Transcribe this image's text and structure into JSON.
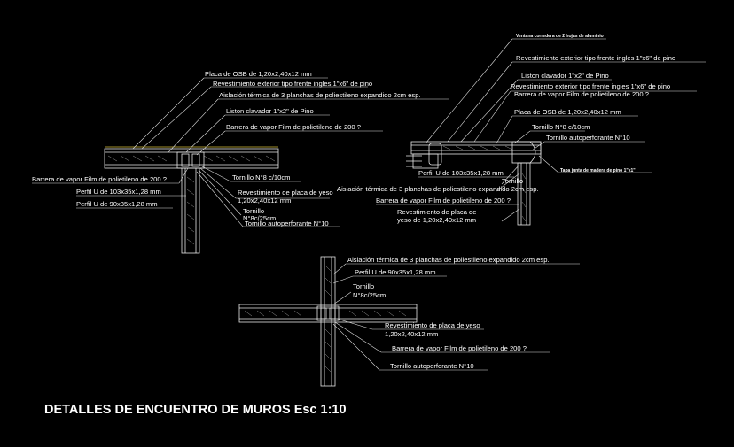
{
  "title": "DETALLES DE ENCUENTRO DE MUROS Esc 1:10",
  "detail1": {
    "osb": "Placa de OSB de 1,20x2,40x12 mm",
    "revest": "Revestimiento exterior tipo frente ingles 1\"x6\" de pino",
    "aisl": "Aislación térmica de 3 planchas de poliestileno expandido 2cm esp.",
    "liston": "Liston clavador 1\"x2\" de Pino",
    "barrera_top": "Barrera de vapor Film de polietileno de 200 ?",
    "barrera_left": "Barrera de vapor Film de polietileno de 200 ?",
    "perfil_103": "Perfil U de 103x35x1,28 mm",
    "perfil_90": "Perfil U de 90x35x1,28 mm",
    "tornillo_n8": "Tornillo N°8 c/10cm",
    "revest_yeso_a": "Revestimiento de placa de yeso",
    "revest_yeso_b": "1,20x2,40x12 mm",
    "tornillo_a": "Tornillo",
    "tornillo_b": "N°8c/25cm",
    "tornillo_auto": "Tornillo autoperforante N°10"
  },
  "detail2": {
    "ventana": "Ventana corredera de 2 hojas de aluminio",
    "revest_1": "Revestimiento exterior tipo frente ingles 1\"x6\" de pino",
    "liston": "Liston clavador 1\"x2\" de Pino",
    "revest_2": "Revestimiento exterior tipo frente ingles 1\"x6\" de pino",
    "barrera": "Barrera de vapor Film de polietileno de 200 ?",
    "osb": "Placa de OSB de 1,20x2,40x12 mm",
    "tornillo_n8": "Tornillo N°8 c/10cm",
    "tornillo_auto": "Tornillo autoperforante N°10",
    "tapa": "Tapa junta de madera de pino 1\"x1\"",
    "perfil_103": "Perfil U de 103x35x1,28 mm",
    "tornillo": "Tornillo",
    "aisl": "Aislación térmica de 3 planchas de poliestileno expandido 2cm esp.",
    "barrera_2": "Barrera de vapor Film de polietileno de 200 ?",
    "revest_yeso_a": "Revestimiento de placa de",
    "revest_yeso_b": "yeso de 1,20x2,40x12 mm"
  },
  "detail3": {
    "aisl": "Aislación térmica de 3 planchas de poliestileno expandido 2cm esp.",
    "perfil_90": "Perfil U de 90x35x1,28 mm",
    "tornillo_a": "Tornillo",
    "tornillo_b": "N°8c/25cm",
    "revest_yeso_a": "Revestimiento de placa de yeso",
    "revest_yeso_b": "1,20x2,40x12 mm",
    "barrera": "Barrera de vapor Film de polietileno de 200 ?",
    "tornillo_auto": "Tornillo autoperforante N°10"
  }
}
